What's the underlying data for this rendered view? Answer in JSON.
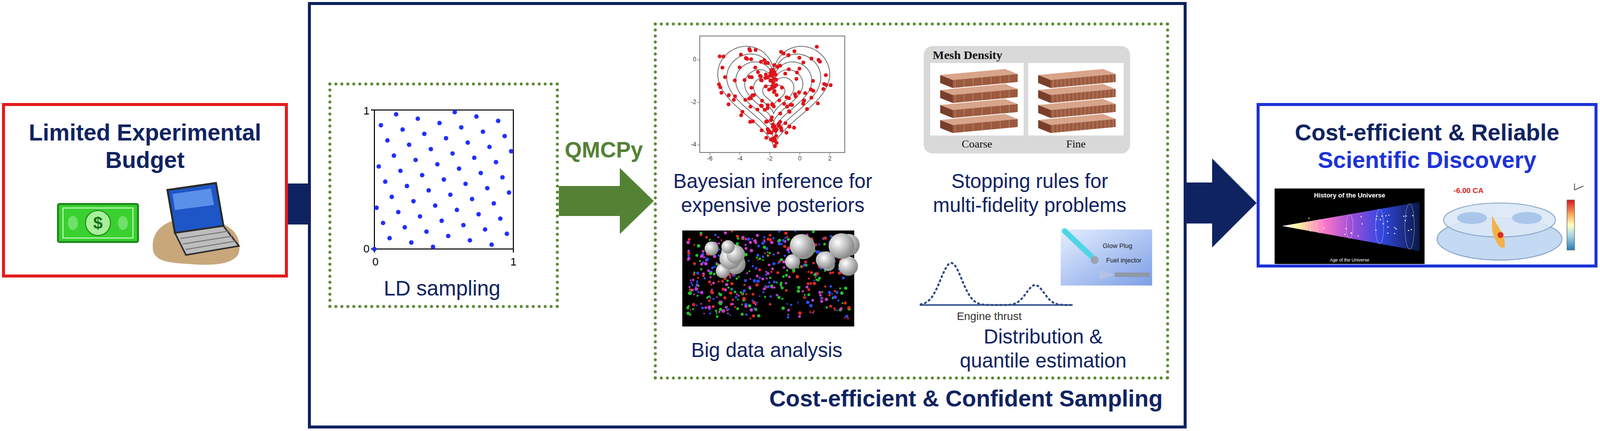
{
  "diagram": {
    "nodes": [
      {
        "text": [
          "Limited Experimental Budget"
        ]
      },
      {
        "text": [
          "Cost-efficient & Confident Sampling"
        ]
      },
      {
        "text": [
          "LD sampling"
        ],
        "in": 1
      },
      {
        "text": [
          "Bayesian inference for expensive posteriors",
          "Stopping rules for multi-fidelity problems",
          "Big data analysis",
          "Distribution & quantile estimation"
        ],
        "in": 1
      },
      {
        "text": [
          "Mesh Density",
          "Coarse",
          "Fine"
        ],
        "in": 3
      },
      {
        "text": [
          "Cost-efficient & Reliable Scientific Discovery"
        ]
      }
    ],
    "edges": [
      {
        "from": 0,
        "to": 1,
        "arrow": "none"
      },
      {
        "from": 2,
        "to": 3,
        "arrow": "to",
        "label": "QMCPy"
      },
      {
        "from": 1,
        "to": 5,
        "arrow": "to"
      }
    ],
    "labels": [
      "$",
      "1",
      "0",
      "0",
      "1",
      "0",
      "-2",
      "-4",
      "-6",
      "-4",
      "-2",
      "0",
      "2",
      "Engine thrust",
      "Glow Plug",
      "Fuel injector",
      "History of the Universe",
      "Age of the Universe",
      "-6.00 CA"
    ]
  }
}
